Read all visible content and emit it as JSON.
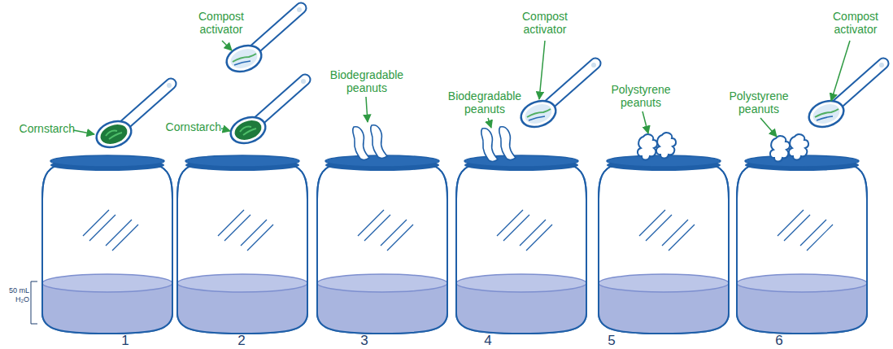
{
  "diagram": {
    "labels": [
      "Cornstarch",
      "Compost activator",
      "Cornstarch",
      "Biodegradable peanuts",
      "Biodegradable peanuts",
      "Compost activator",
      "Polystyrene peanuts",
      "Polystyrene peanuts",
      "Compost activator",
      "50 mL",
      "H₂O",
      "1",
      "2",
      "3",
      "4",
      "5",
      "6"
    ]
  }
}
